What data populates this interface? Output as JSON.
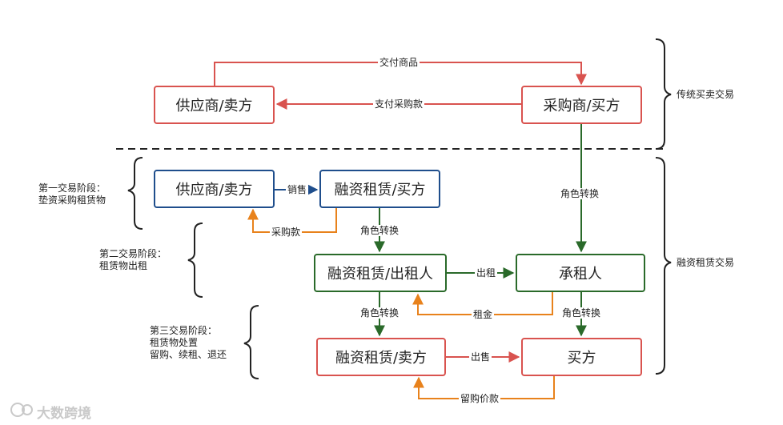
{
  "boxes": {
    "top_supplier": "供应商/卖方",
    "top_buyer": "采购商/买方",
    "s1_supplier": "供应商/卖方",
    "s1_lessor_buyer": "融资租赁/买方",
    "s2_lessor": "融资租赁/出租人",
    "s2_lessee": "承租人",
    "s3_lessor_seller": "融资租赁/卖方",
    "s3_buyer": "买方"
  },
  "edges": {
    "deliver_goods": "交付商品",
    "pay_purchase": "支付采购款",
    "sales": "销售",
    "purchase_payment": "采购款",
    "role_change_1": "角色转换",
    "role_change_right": "角色转换",
    "lease_out": "出租",
    "rent": "租金",
    "role_change_2": "角色转换",
    "role_change_3": "角色转换",
    "sell": "出售",
    "retention_price": "留购价款"
  },
  "brackets": {
    "traditional": "传统买卖交易",
    "finance_lease": "融资租赁交易"
  },
  "stages": {
    "stage1_title": "第一交易阶段：",
    "stage1_desc": "垫资采购租赁物",
    "stage2_title": "第二交易阶段：",
    "stage2_desc": "租赁物出租",
    "stage3_title": "第三交易阶段：",
    "stage3_desc1": "租赁物处置",
    "stage3_desc2": "留购、续租、退还"
  },
  "watermark": "大数跨境",
  "colors": {
    "red": "#d9534f",
    "blue": "#1f4e8c",
    "green": "#2a6a2a",
    "orange": "#e8821c"
  }
}
